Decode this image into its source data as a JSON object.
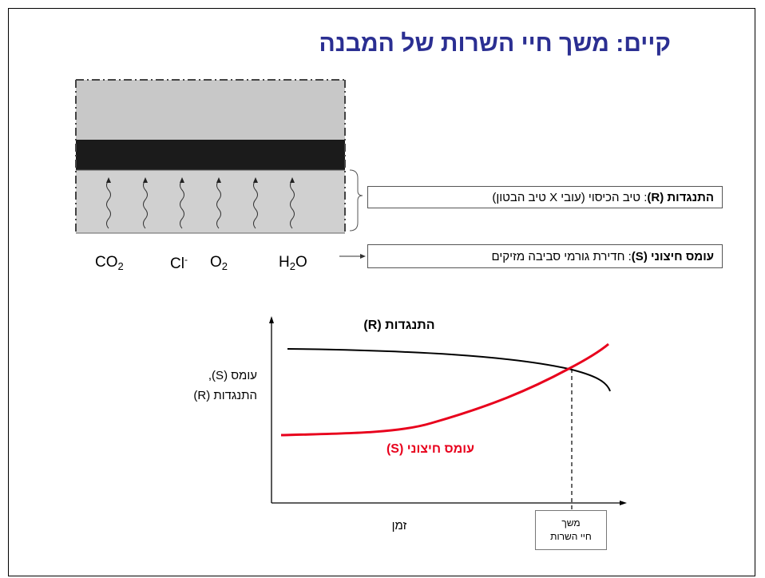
{
  "title": "קיים: משך חיי השרות של המבנה",
  "diagram": {
    "resistance_box": {
      "bold": "התנגדות (R)",
      "text": ": טיב הכיסוי (עובי X טיב הבטון)"
    },
    "load_box": {
      "bold": "עומס חיצוני (S)",
      "text": ": חדירת גורמי סביבה מזיקים"
    },
    "agents": [
      {
        "base": "CO",
        "sub": "2",
        "sup": ""
      },
      {
        "base": "Cl",
        "sub": "",
        "sup": "-"
      },
      {
        "base": "O",
        "sub": "2",
        "sup": ""
      },
      {
        "base": "H",
        "sub": "2",
        "sup": "",
        "tail": "O"
      }
    ]
  },
  "chart": {
    "ylabel_line1": "עומס (S),",
    "ylabel_line2": "התנגדות (R)",
    "xlabel": "זמן",
    "resistance_label": "התנגדות (R)",
    "load_label": "עומס חיצוני (S)",
    "service_life_line1": "משך",
    "service_life_line2": "חיי השרות",
    "colors": {
      "resistance": "#000000",
      "load": "#e8001c"
    }
  }
}
